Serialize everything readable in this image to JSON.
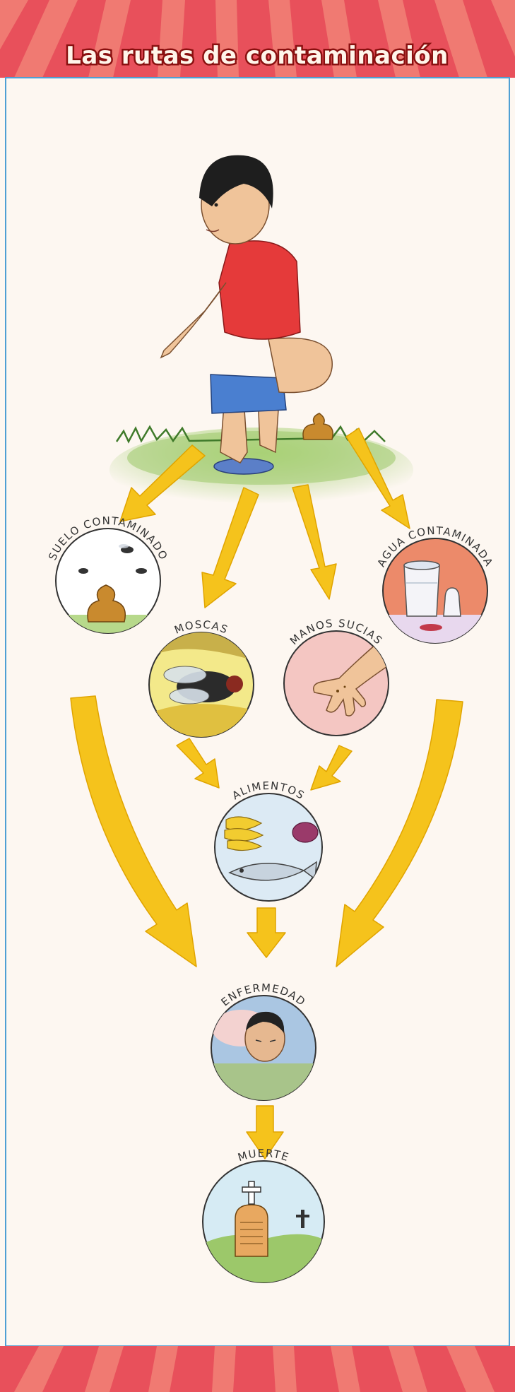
{
  "title": "Las rutas de contaminación",
  "colors": {
    "banner_red": "#e8505b",
    "banner_stripe": "#f07a72",
    "frame_blue": "#4f9fd4",
    "background": "#fdf7f1",
    "arrow_yellow": "#f5c31c",
    "arrow_outline": "#e0a400",
    "grass": "#9cc86a"
  },
  "source": {
    "description": "boy-defecating-outdoors",
    "icon": "crouching-boy-icon"
  },
  "nodes": [
    {
      "id": "suelo",
      "label": "SUELO CONTAMINADO",
      "icon": "feces-with-flies-icon"
    },
    {
      "id": "moscas",
      "label": "MOSCAS",
      "icon": "fly-icon"
    },
    {
      "id": "manos",
      "label": "MANOS SUCIAS",
      "icon": "dirty-hand-icon"
    },
    {
      "id": "agua",
      "label": "AGUA CONTAMINADA",
      "icon": "water-containers-icon"
    },
    {
      "id": "alimentos",
      "label": "ALIMENTOS",
      "icon": "food-icon"
    },
    {
      "id": "enfermedad",
      "label": "ENFERMEDAD",
      "icon": "sick-child-icon"
    },
    {
      "id": "muerte",
      "label": "MUERTE",
      "icon": "grave-icon"
    }
  ],
  "edges": [
    [
      "source",
      "suelo"
    ],
    [
      "source",
      "moscas"
    ],
    [
      "source",
      "manos"
    ],
    [
      "source",
      "agua"
    ],
    [
      "moscas",
      "alimentos"
    ],
    [
      "manos",
      "alimentos"
    ],
    [
      "suelo",
      "enfermedad"
    ],
    [
      "alimentos",
      "enfermedad"
    ],
    [
      "agua",
      "enfermedad"
    ],
    [
      "enfermedad",
      "muerte"
    ]
  ]
}
